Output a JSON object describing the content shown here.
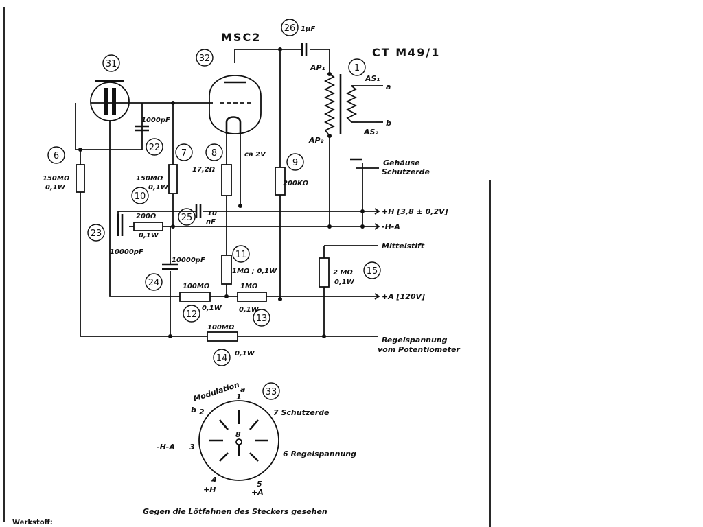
{
  "tube": {
    "type": "MSC2",
    "ref": "32",
    "cathode_voltage": "ca 2V"
  },
  "transformer": {
    "type": "CT M49/1",
    "ref": "1",
    "ap1": "AP₁",
    "ap2": "AP₂",
    "as1": "AS₁",
    "as2": "AS₂",
    "out_a": "a",
    "out_b": "b"
  },
  "microphone": {
    "ref": "31"
  },
  "components": {
    "c26": {
      "ref": "26",
      "value": "1µF"
    },
    "c22": {
      "ref": "22",
      "value": "1000pF"
    },
    "r6": {
      "ref": "6",
      "value": "150MΩ",
      "power": "0,1W"
    },
    "r7": {
      "ref": "7",
      "value": "150MΩ",
      "power": "0,1W"
    },
    "r8": {
      "ref": "8",
      "value": "17,2Ω"
    },
    "r9": {
      "ref": "9",
      "value": "200KΩ"
    },
    "r10": {
      "ref": "10",
      "value": "200Ω",
      "power": "0,1W"
    },
    "c25": {
      "ref": "25",
      "value": "10",
      "unit": "nF"
    },
    "c23": {
      "ref": "23",
      "value": "10000pF"
    },
    "c24": {
      "ref": "24",
      "value": "10000pF"
    },
    "r11": {
      "ref": "11",
      "value": "1MΩ ; 0,1W"
    },
    "r12": {
      "ref": "12",
      "value": "100MΩ",
      "power": "0,1W"
    },
    "r13": {
      "ref": "13",
      "value": "1MΩ",
      "power": "0,1W"
    },
    "r14": {
      "ref": "14",
      "value": "100MΩ",
      "power": "0,1W"
    },
    "r15": {
      "ref": "15",
      "value": "2 MΩ",
      "power": "0,1W"
    }
  },
  "terminals": {
    "case": "Gehäuse",
    "case2": "Schutzerde",
    "heater_plus": "+H [3,8 ± 0,2V]",
    "heater_minus": "-H-A",
    "center": "Mittelstift",
    "anode": "+A [120V]",
    "control1": "Regelspannung",
    "control2": "vom Potentiometer"
  },
  "plug": {
    "ref": "33",
    "modulation": "Modulation",
    "pin_a": "a",
    "pin_b": "b",
    "pin1": "1",
    "pin2": "2",
    "pin3": "3",
    "pin4": "4",
    "pin5": "5",
    "pin6": "6",
    "pin7": "7",
    "pin8": "8",
    "pin7_label": "7 Schutzerde",
    "pin6_label": "6 Regelspannung",
    "pin3_label": "-H-A",
    "pin4_label": "+H",
    "pin5_label": "+A",
    "caption": "Gegen die Lötfahnen des Steckers gesehen"
  },
  "footer": {
    "werkstoff": "Werkstoff:"
  }
}
